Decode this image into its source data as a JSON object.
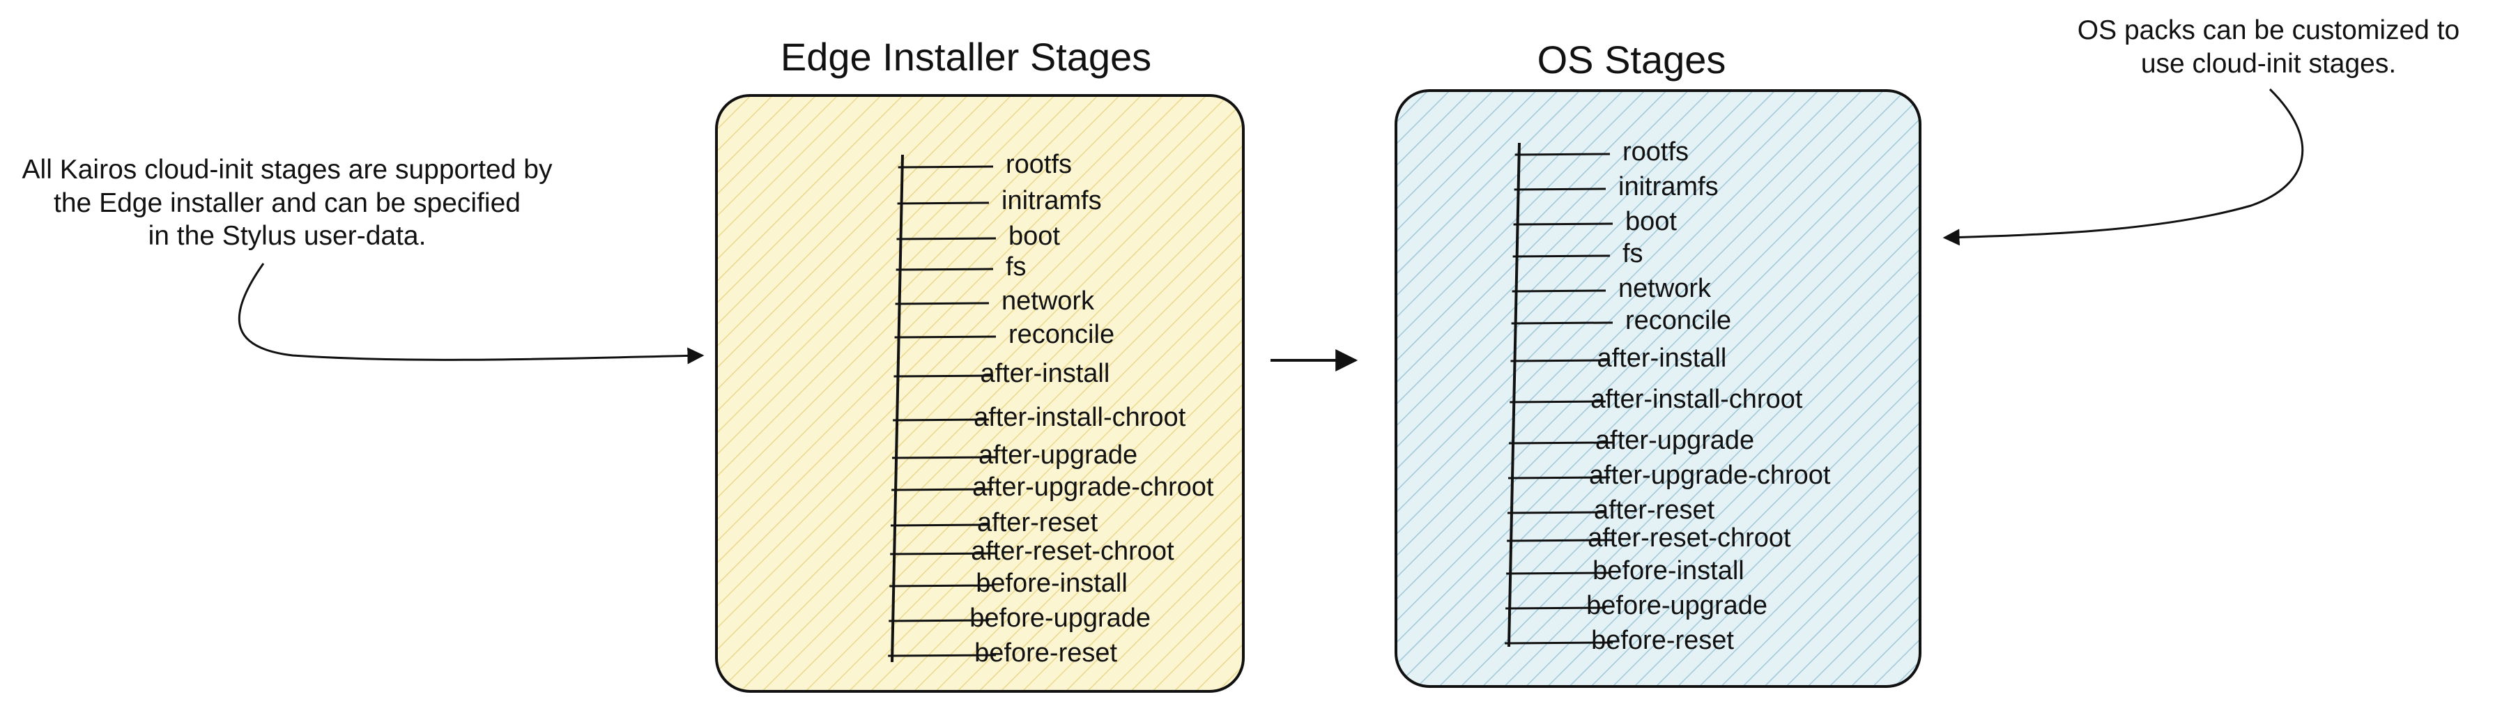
{
  "left_note": {
    "lines": [
      "All Kairos cloud-init stages are supported by",
      "the Edge installer and can be specified",
      "in the Stylus user-data."
    ]
  },
  "right_note": {
    "lines": [
      "OS packs can be customized to",
      "use cloud-init stages."
    ]
  },
  "installer_panel": {
    "title": "Edge Installer Stages",
    "fill_color": "#f7efb6",
    "hatch_color": "#f0d98a",
    "stages": [
      "rootfs",
      "initramfs",
      "boot",
      "fs",
      "network",
      "reconcile",
      "after-install",
      "after-install-chroot",
      "after-upgrade",
      "after-upgrade-chroot",
      "after-reset",
      "after-reset-chroot",
      "before-install",
      "before-upgrade",
      "before-reset"
    ]
  },
  "os_panel": {
    "title": "OS Stages",
    "fill_color": "#d6eaf0",
    "hatch_color": "#9fcbdc",
    "stages": [
      "rootfs",
      "initramfs",
      "boot",
      "fs",
      "network",
      "reconcile",
      "after-install",
      "after-install-chroot",
      "after-upgrade",
      "after-upgrade-chroot",
      "after-reset",
      "after-reset-chroot",
      "before-install",
      "before-upgrade",
      "before-reset"
    ]
  }
}
